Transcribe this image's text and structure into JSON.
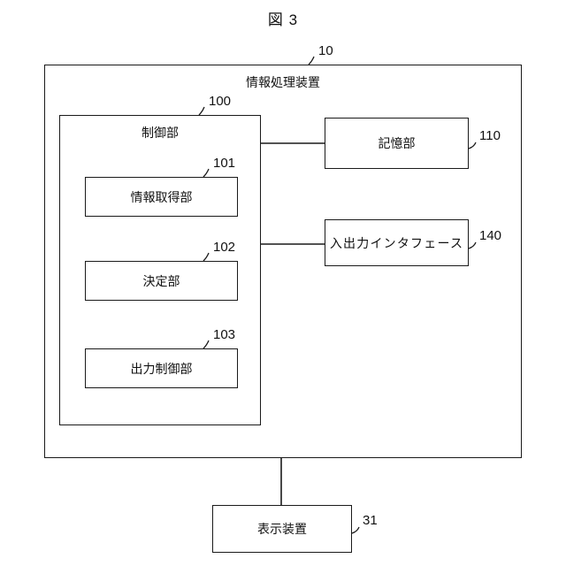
{
  "figure": {
    "title": "図 3",
    "outer": {
      "label": "情報処理装置",
      "ref": "10"
    },
    "control_unit": {
      "label": "制御部",
      "ref": "100",
      "children": [
        {
          "label": "情報取得部",
          "ref": "101"
        },
        {
          "label": "決定部",
          "ref": "102"
        },
        {
          "label": "出力制御部",
          "ref": "103"
        }
      ]
    },
    "peripherals": [
      {
        "label": "記憶部",
        "ref": "110"
      },
      {
        "label": "入出力インタフェース",
        "ref": "140"
      }
    ],
    "external": [
      {
        "label": "表示装置",
        "ref": "31"
      }
    ],
    "colors": {
      "line": "#1a1a1a",
      "background": "#ffffff",
      "text": "#111111"
    }
  }
}
